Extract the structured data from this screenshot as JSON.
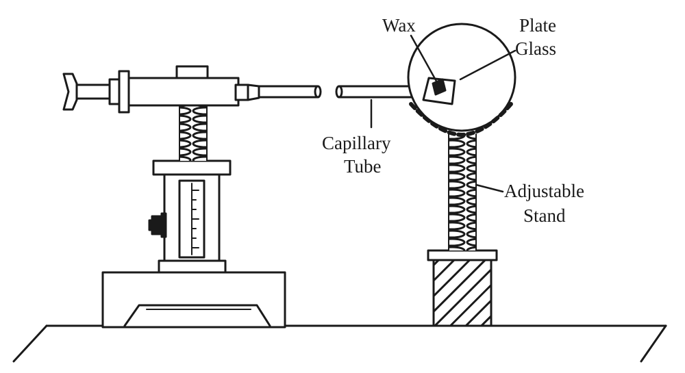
{
  "labels": {
    "wax": "Wax",
    "plate_line1": "Plate",
    "plate_line2": "Glass",
    "capillary_line1": "Capillary",
    "capillary_line2": "Tube",
    "stand_line1": "Adjustable",
    "stand_line2": "Stand"
  },
  "colors": {
    "ink": "#1a1a1a",
    "paper": "#ffffff"
  }
}
